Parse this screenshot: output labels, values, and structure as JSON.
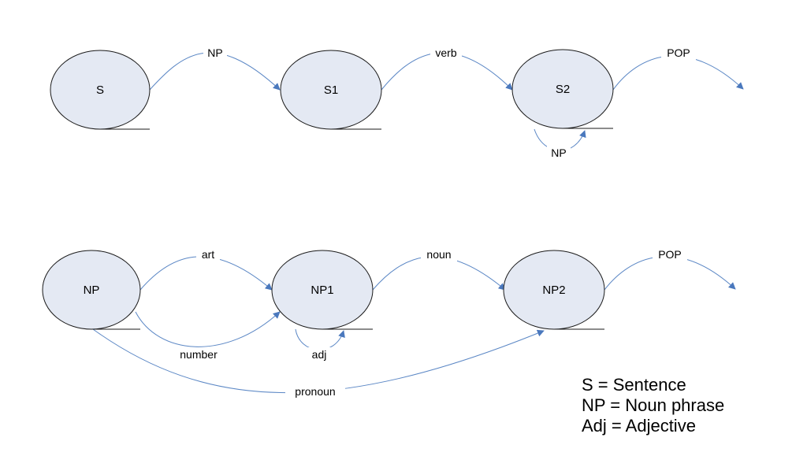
{
  "nodes": {
    "S": "S",
    "S1": "S1",
    "S2": "S2",
    "NP": "NP",
    "NP1": "NP1",
    "NP2": "NP2"
  },
  "edges": {
    "s_np": "NP",
    "s1_verb": "verb",
    "s2_pop": "POP",
    "s2_np_loop": "NP",
    "np_art": "art",
    "np_number": "number",
    "np1_noun": "noun",
    "np1_adj_loop": "adj",
    "np2_pop": "POP",
    "np_pronoun": "pronoun"
  },
  "legend": [
    "S = Sentence",
    "NP = Noun phrase",
    "Adj = Adjective"
  ],
  "colors": {
    "node_fill": "#e4e9f3",
    "edge": "#5b87c5"
  }
}
